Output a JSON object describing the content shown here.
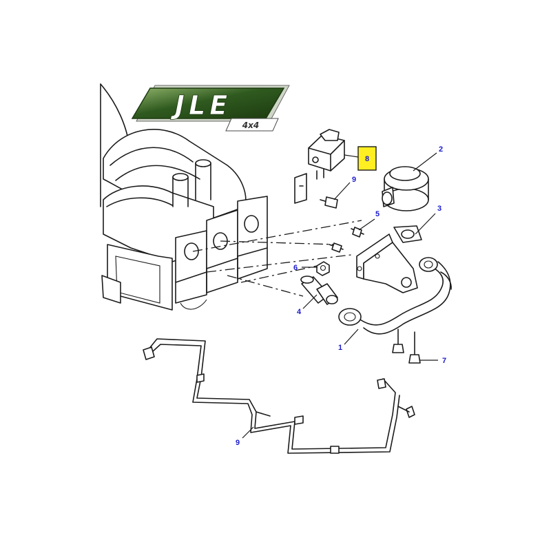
{
  "logo": {
    "brand": "JLE",
    "subtitle": "4x4",
    "colors": {
      "plate": "#2f5a1f",
      "plate_light": "#8fb26a",
      "edge": "#1d3a10",
      "text": "#ffffff"
    }
  },
  "callouts": [
    {
      "id": "1",
      "highlighted": false
    },
    {
      "id": "2",
      "highlighted": false
    },
    {
      "id": "3",
      "highlighted": false
    },
    {
      "id": "4",
      "highlighted": false
    },
    {
      "id": "5",
      "highlighted": false
    },
    {
      "id": "6",
      "highlighted": false
    },
    {
      "id": "7",
      "highlighted": false
    },
    {
      "id": "8",
      "highlighted": true
    },
    {
      "id": "9",
      "highlighted": false
    },
    {
      "id": "9",
      "highlighted": false
    }
  ],
  "highlight_color": "#ffee22",
  "callout_color": "#1a1acc"
}
